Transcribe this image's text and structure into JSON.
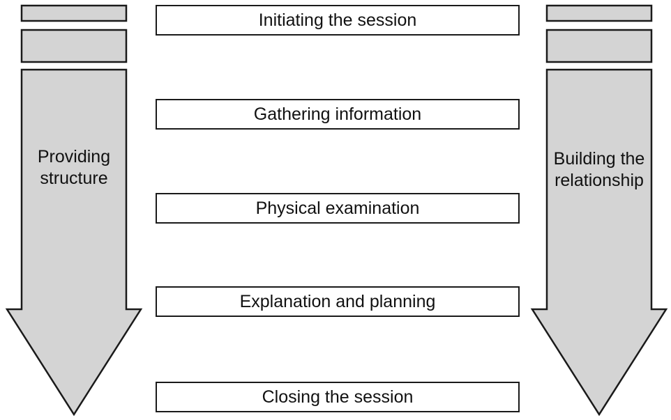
{
  "diagram": {
    "stages": [
      "Initiating the session",
      "Gathering information",
      "Physical examination",
      "Explanation and planning",
      "Closing the session"
    ],
    "left_arrow": {
      "label_line1": "Providing",
      "label_line2": "structure"
    },
    "right_arrow": {
      "label_line1": "Building the",
      "label_line2": "relationship"
    },
    "colors": {
      "arrow_fill": "#d4d4d4",
      "stroke": "#1a1a1a",
      "box_fill": "#ffffff"
    }
  }
}
